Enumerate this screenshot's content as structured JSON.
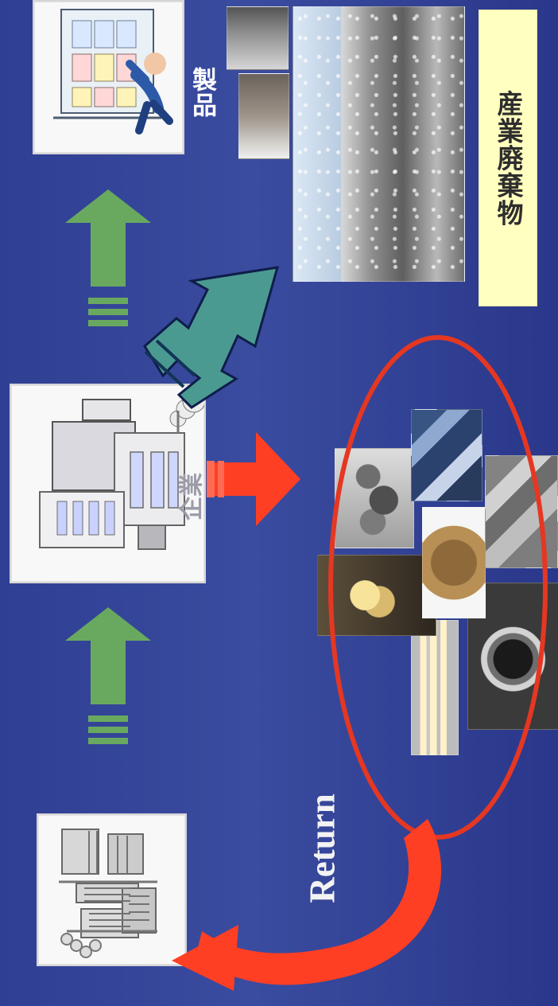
{
  "colors": {
    "background": "#33449b",
    "green_arrow": "#69a95f",
    "teal_arrow": "#4b9a92",
    "red_arrow": "#ff3f23",
    "red_oval": "#e53722",
    "label_fill": "#ffffbf"
  },
  "labels": {
    "products": "製品",
    "enterprise": "企業",
    "industrial_waste": "産業廃棄物",
    "return": "Return"
  },
  "icons": {
    "left_top_card": "industrial-materials-icon",
    "left_middle_card": "factory-building-icon",
    "left_bottom_card": "warehouse-products-icon"
  }
}
